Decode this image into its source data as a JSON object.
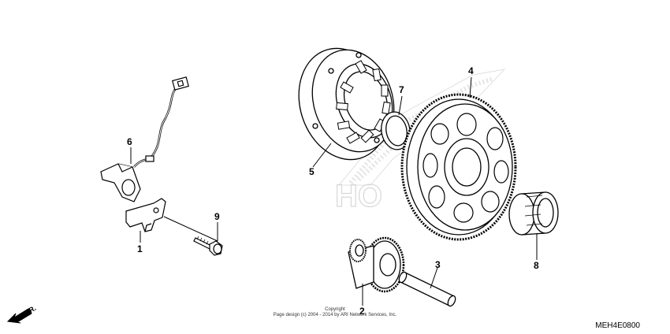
{
  "callouts": {
    "p1": "1",
    "p2": "2",
    "p3": "3",
    "p4": "4",
    "p5": "5",
    "p6": "6",
    "p7": "7",
    "p8": "8",
    "p9": "9"
  },
  "copyright": {
    "line1": "Copyright",
    "line2": "Page design (c) 2004 - 2014 by ARI Network Services, Inc."
  },
  "diagram_code": "MEH4E0800",
  "front_indicator": "FR.",
  "watermark": "HO"
}
